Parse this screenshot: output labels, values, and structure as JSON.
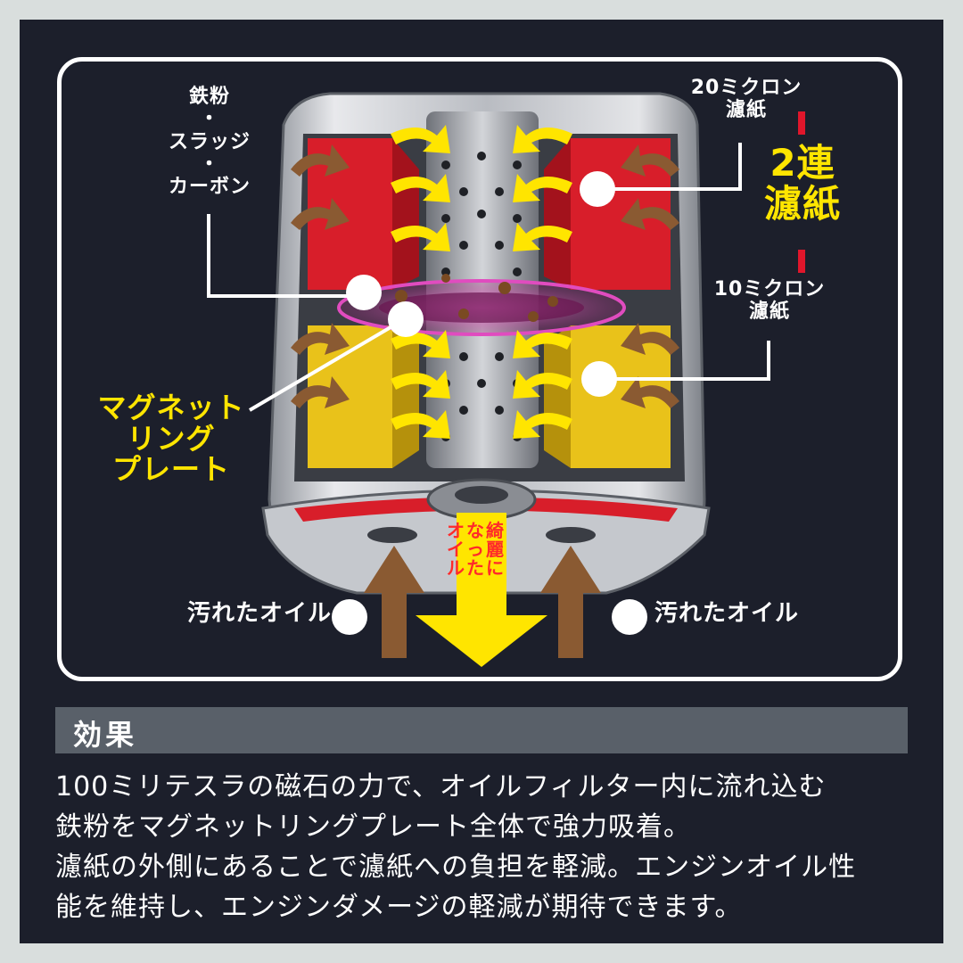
{
  "labels": {
    "contaminants": [
      "鉄粉",
      "・",
      "スラッジ",
      "・",
      "カーボン"
    ],
    "filter_20": [
      "20ミクロン",
      "濾紙"
    ],
    "filter_10": [
      "10ミクロン",
      "濾紙"
    ],
    "double_filter": [
      "2連",
      "濾紙"
    ],
    "magnet_plate": [
      "マグネット",
      "リング",
      "プレート"
    ],
    "clean_oil": [
      "綺麗に",
      "なった",
      "オイル"
    ],
    "dirty_oil_left": "汚れたオイル",
    "dirty_oil_right": "汚れたオイル"
  },
  "section": {
    "title": "効果"
  },
  "description": [
    "100ミリテスラの磁石の力で、オイルフィルター内に流れ込む",
    "鉄粉をマグネットリングプレート全体で強力吸着。",
    "濾紙の外側にあることで濾紙への負担を軽減。エンジンオイル性",
    "能を維持し、エンジンダメージの軽減が期待できます。"
  ],
  "colors": {
    "background": "#1c1f2b",
    "frame": "#ffffff",
    "filter_20": "#d81e2a",
    "filter_10": "#e9c21a",
    "arrow_inner": "#ffe500",
    "arrow_oil": "#8a5a32",
    "accent_red": "#e0162b",
    "section_bar": "#596069"
  }
}
